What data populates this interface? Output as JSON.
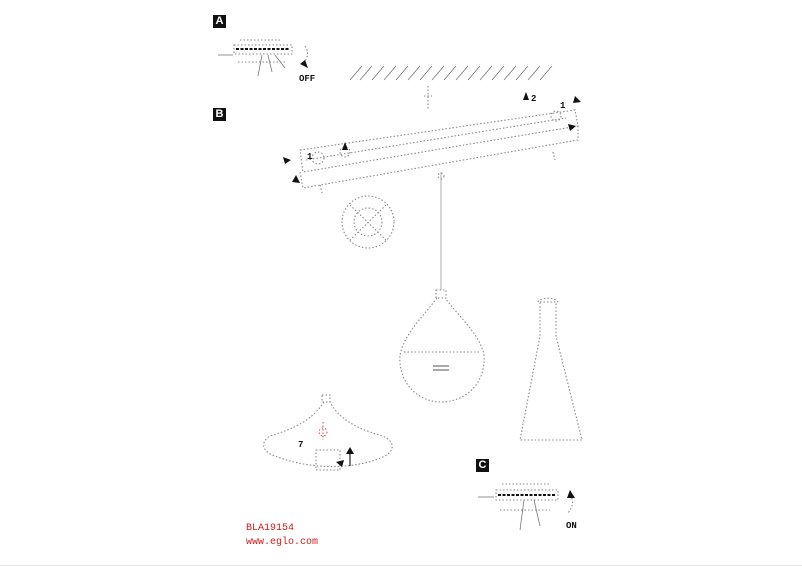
{
  "steps": {
    "a": "A",
    "b": "B",
    "c": "C"
  },
  "switch_states": {
    "off": "OFF",
    "on": "ON"
  },
  "figure_labels": {
    "arrow_two": "2",
    "arrow_one_a": "1",
    "arrow_one_b": "1",
    "arrow_seven": "7"
  },
  "footer": {
    "code": "BLA19154",
    "url": "www.eglo.com"
  },
  "colors": {
    "footer_text": "#d21a1a",
    "label_bg": "#111111"
  }
}
